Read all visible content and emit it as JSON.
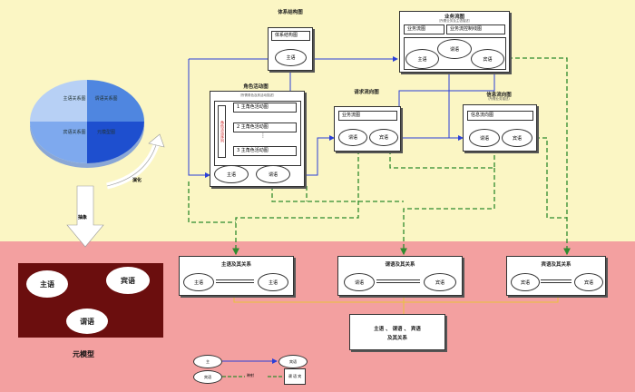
{
  "pie": {
    "segments": [
      "主语关系图",
      "谓语关系图",
      "宾语关系图",
      "元模型图"
    ]
  },
  "arrows": {
    "curve_label": "演化",
    "down_label": "抽象"
  },
  "meta_model": {
    "subject": "主语",
    "object": "宾语",
    "predicate": "谓语",
    "title": "元模型"
  },
  "boxes": {
    "b1": {
      "title": "体系结构图",
      "sub": "",
      "ell": "主语"
    },
    "b2": {
      "title": "业务流图",
      "sub": "（所需业务及主语描述）",
      "row1": "业务流图",
      "row2": "业务流控制线图",
      "ell_left": "主语",
      "ell_mid": "谓语",
      "ell_right": "宾语"
    },
    "b3": {
      "title": "角色活动图",
      "sub": "（所需角色及其活动描述）",
      "side": "角色活动序列",
      "row1": "1 主角色活动图",
      "row2": "2 主角色活动图",
      "row3": "3 主角色活动图",
      "dots": "⋮",
      "ell_left": "主语",
      "ell_right": "谓语"
    },
    "b4": {
      "title": "请求流向图",
      "sub": "",
      "row1": "业务流图",
      "ell_left": "谓语",
      "ell_right": "宾语"
    },
    "b5": {
      "title": "信息流向图",
      "sub": "（所需业务描述）",
      "row1": "信息流向图",
      "ell_left": "谓语",
      "ell_right": "宾语"
    },
    "r1": {
      "title": "主语及其关系",
      "ell_left": "主语",
      "ell_right": "主语"
    },
    "r2": {
      "title": "谓语及其关系",
      "ell_left": "谓语",
      "ell_right": "宾语"
    },
    "r3": {
      "title": "宾语及其关系",
      "ell_left": "宾语",
      "ell_right": "宾语"
    },
    "sum": {
      "line1": "主语 、 谓语 、 宾语",
      "line2": "及其关系"
    }
  },
  "legend": {
    "a_left": "主",
    "a_right": "宾语",
    "b_left": "宾语",
    "b_mid": "映射",
    "b_right": "谓 语 宾"
  },
  "colors": {
    "blue_line": "#2a3fd8",
    "green_line": "#2e8b2e",
    "yellow_line": "#e8c23a",
    "meta_bg": "#6b0e0e"
  }
}
